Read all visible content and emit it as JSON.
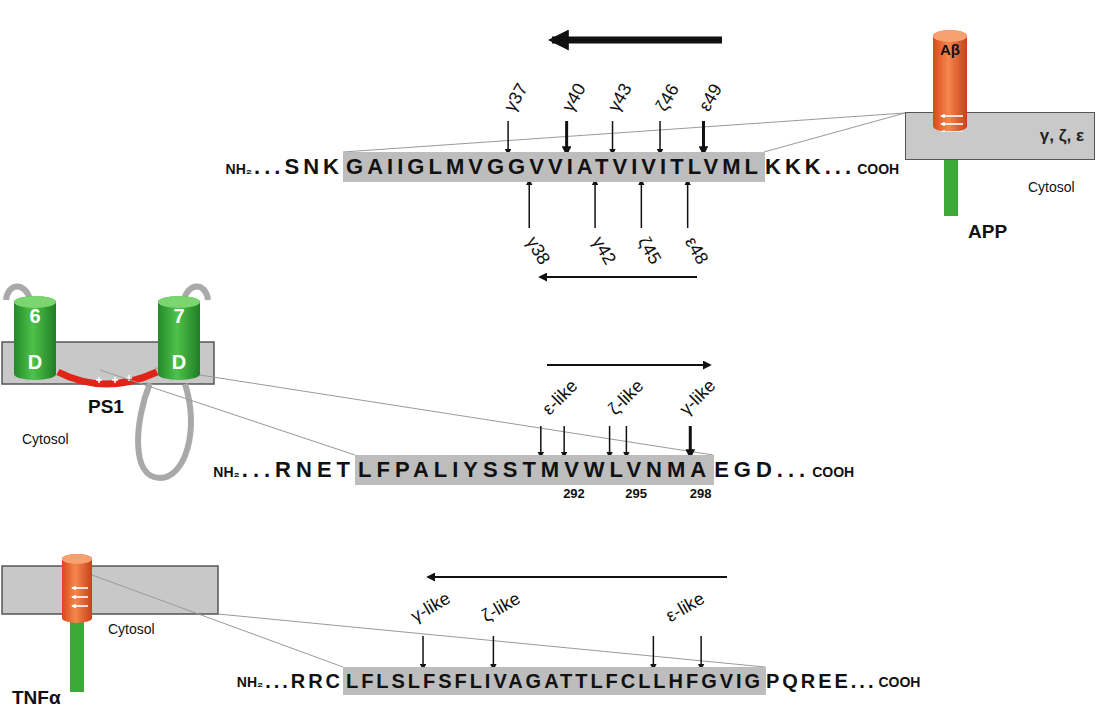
{
  "diagram": {
    "nodes": [
      {
        "text": [
          "γ, ζ, ε"
        ]
      },
      {
        "text": [
          "Aβ"
        ]
      },
      {
        "text": [
          "GAIIGLMVGGVVIATVIVITLVML"
        ]
      },
      {
        "text": [
          "6",
          "D"
        ]
      },
      {
        "text": [
          "7",
          "D"
        ]
      },
      {
        "text": [
          "LFPALIYSSTMVWLVNMA"
        ]
      },
      {
        "text": [
          "LFLSLFSFLIVAGATTLFCLLHFGVIG"
        ]
      }
    ],
    "labels": [
      "NH₂",
      "...SNK",
      "KKK...",
      "COOH",
      "γ37",
      "γ40",
      "γ43",
      "ζ46",
      "ε49",
      "γ38",
      "γ42",
      "ζ45",
      "ε48",
      "APP",
      "Cytosol",
      "PS1",
      "Cytosol",
      "NH₂",
      "...RNET",
      "EGD...",
      "COOH",
      "ε-like",
      "ζ-like",
      "γ-like",
      "292",
      "295",
      "298",
      "Cytosol",
      "TNFα",
      "NH₂",
      "...RRC",
      "PQREE...",
      "COOH",
      "γ-like",
      "ζ-like",
      "ε-like"
    ]
  }
}
